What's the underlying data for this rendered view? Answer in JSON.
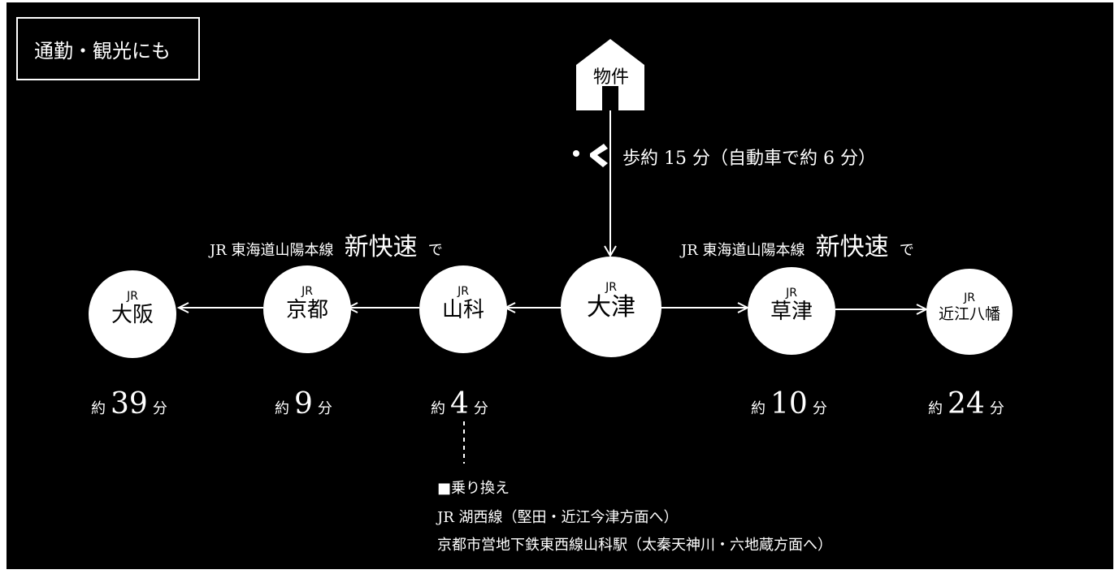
{
  "top_label": "通勤・観光にも",
  "property": {
    "label": "物件"
  },
  "walk": {
    "text": "歩約 15 分（自動車で約 6 分）"
  },
  "lines": {
    "west": {
      "prefix": "JR 東海道山陽本線",
      "emphasis": "新快速",
      "suffix": "で"
    },
    "east": {
      "prefix": "JR 東海道山陽本線",
      "emphasis": "新快速",
      "suffix": "で"
    }
  },
  "stations": [
    {
      "id": "osaka",
      "jr": "JR",
      "name": "大阪"
    },
    {
      "id": "kyoto",
      "jr": "JR",
      "name": "京都"
    },
    {
      "id": "yamashina",
      "jr": "JR",
      "name": "山科"
    },
    {
      "id": "otsu",
      "jr": "JR",
      "name": "大津"
    },
    {
      "id": "kusatsu",
      "jr": "JR",
      "name": "草津"
    },
    {
      "id": "omihachiman",
      "jr": "JR",
      "name": "近江八幡"
    }
  ],
  "times": [
    {
      "station": "osaka",
      "prefix": "約",
      "value": "39",
      "unit": "分"
    },
    {
      "station": "kyoto",
      "prefix": "約",
      "value": "9",
      "unit": "分"
    },
    {
      "station": "yamashina",
      "prefix": "約",
      "value": "4",
      "unit": "分"
    },
    {
      "station": "kusatsu",
      "prefix": "約",
      "value": "10",
      "unit": "分"
    },
    {
      "station": "omihachiman",
      "prefix": "約",
      "value": "24",
      "unit": "分"
    }
  ],
  "transfer": {
    "title": "■乗り換え",
    "line1": "JR 湖西線（堅田・近江今津方面へ）",
    "line2": "京都市営地下鉄東西線山科駅（太秦天神川・六地蔵方面へ）"
  }
}
